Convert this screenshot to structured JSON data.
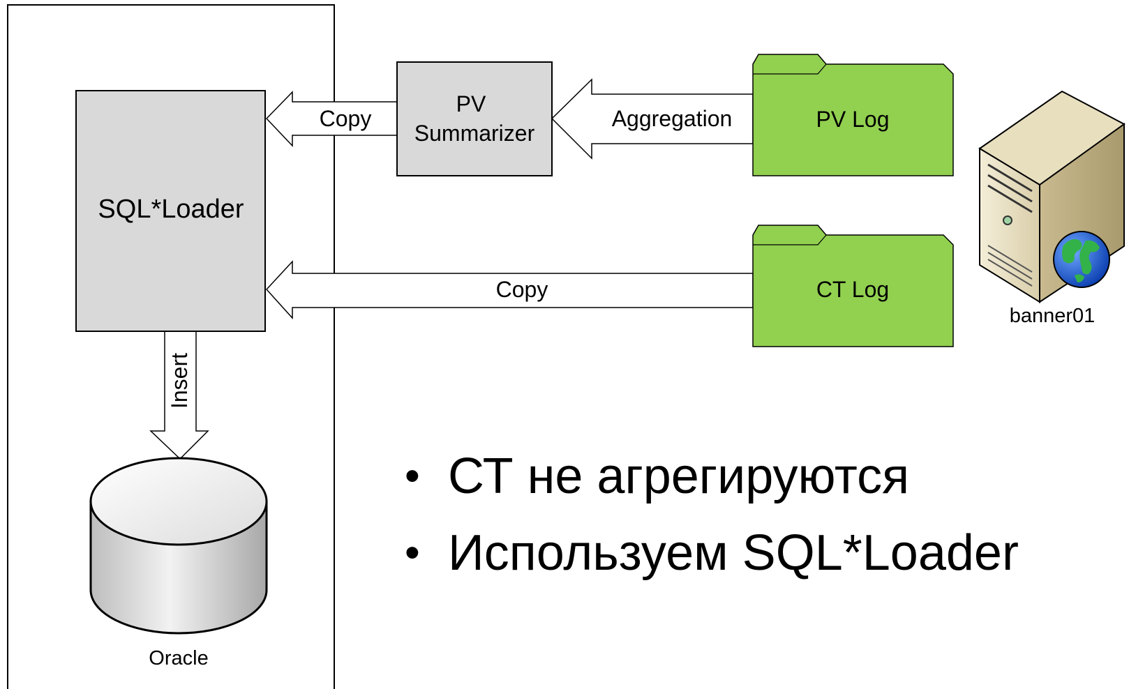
{
  "nodes": {
    "sql_loader": "SQL*Loader",
    "pv_summarizer_line1": "PV",
    "pv_summarizer_line2": "Summarizer",
    "pv_log": "PV Log",
    "ct_log": "CT Log",
    "server": "banner01",
    "database": "Oracle"
  },
  "edges": {
    "pv_copy": "Copy",
    "aggregation": "Aggregation",
    "ct_copy": "Copy",
    "insert": "Insert"
  },
  "bullets": [
    "СТ не агрегируются",
    "Используем SQL*Loader"
  ],
  "colors": {
    "folder_fill": "#92d050",
    "box_fill": "#d9d9d9",
    "stroke": "#000000"
  }
}
